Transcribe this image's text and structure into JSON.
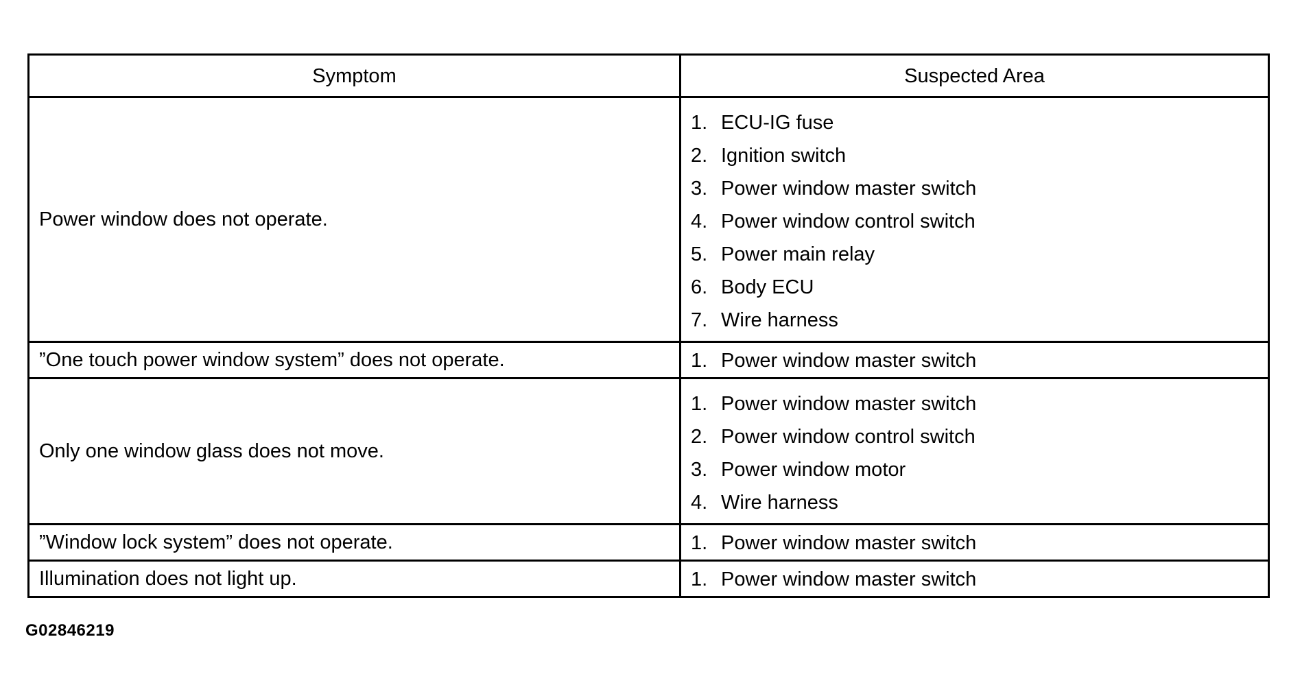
{
  "table": {
    "headers": {
      "symptom": "Symptom",
      "suspected_area": "Suspected Area"
    },
    "rows": [
      {
        "symptom": "Power window does not operate.",
        "areas": [
          {
            "num": "1.",
            "text": "ECU-IG fuse"
          },
          {
            "num": "2.",
            "text": "Ignition switch"
          },
          {
            "num": "3.",
            "text": "Power window master switch"
          },
          {
            "num": "4.",
            "text": "Power window control switch"
          },
          {
            "num": "5.",
            "text": "Power main relay"
          },
          {
            "num": "6.",
            "text": "Body ECU"
          },
          {
            "num": "7.",
            "text": "Wire harness"
          }
        ]
      },
      {
        "symptom": "”One touch power window system” does not operate.",
        "areas": [
          {
            "num": "1.",
            "text": "Power window master switch"
          }
        ]
      },
      {
        "symptom": "Only one window glass does not move.",
        "areas": [
          {
            "num": "1.",
            "text": "Power window master switch"
          },
          {
            "num": "2.",
            "text": "Power window control switch"
          },
          {
            "num": "3.",
            "text": "Power window motor"
          },
          {
            "num": "4.",
            "text": "Wire harness"
          }
        ]
      },
      {
        "symptom": "”Window lock system” does not operate.",
        "areas": [
          {
            "num": "1.",
            "text": "Power window master switch"
          }
        ]
      },
      {
        "symptom": "Illumination does not light up.",
        "areas": [
          {
            "num": "1.",
            "text": "Power window master switch"
          }
        ]
      }
    ]
  },
  "figure_id": "G02846219"
}
